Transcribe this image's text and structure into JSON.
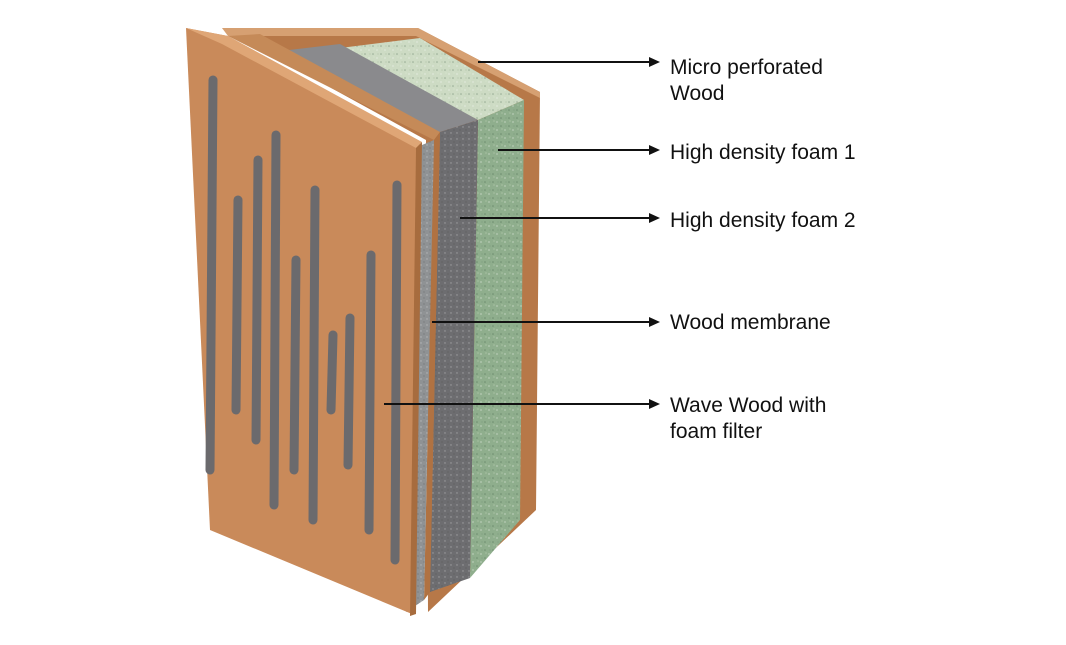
{
  "colors": {
    "wood_face": "#c98a5a",
    "wood_dark": "#9c643a",
    "wood_light": "#d99b68",
    "slot": "#6b6a6d",
    "gray_foam": "#6f6f72",
    "gray_foam_top": "#8c8c8f",
    "green_foam": "#93b091",
    "green_foam_top": "#c8d8bf",
    "leader": "#111111"
  },
  "labels": [
    {
      "text": "Micro  perforated\nWood"
    },
    {
      "text": "High density foam 1"
    },
    {
      "text": "High density foam 2"
    },
    {
      "text": "Wood membrane"
    },
    {
      "text": "Wave Wood with\nfoam filter"
    }
  ]
}
